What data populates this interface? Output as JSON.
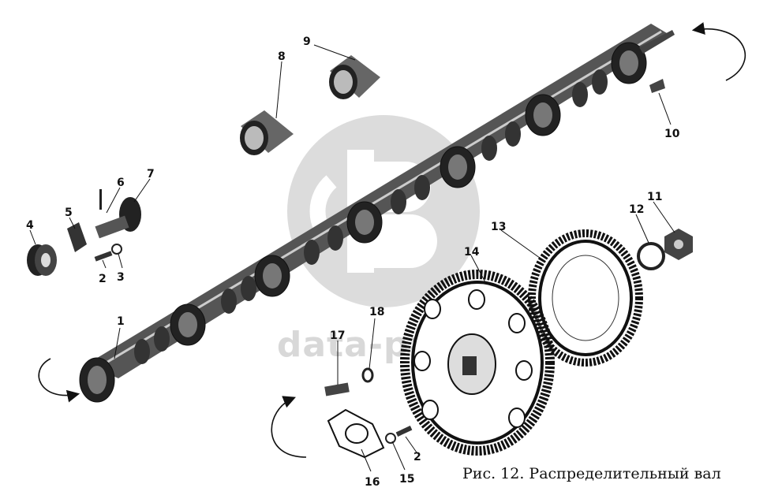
{
  "caption": "Рис. 12. Распределительный вал",
  "watermark": {
    "text": "data-parts"
  },
  "callouts": {
    "c1": "1",
    "c2a": "2",
    "c2b": "2",
    "c3": "3",
    "c4": "4",
    "c5": "5",
    "c6": "6",
    "c7": "7",
    "c8": "8",
    "c9": "9",
    "c10": "10",
    "c11": "11",
    "c12": "12",
    "c13": "13",
    "c14": "14",
    "c15": "15",
    "c16": "16",
    "c17": "17",
    "c18": "18"
  },
  "colors": {
    "ink": "#111111",
    "watermark": "#d8d8d8"
  }
}
